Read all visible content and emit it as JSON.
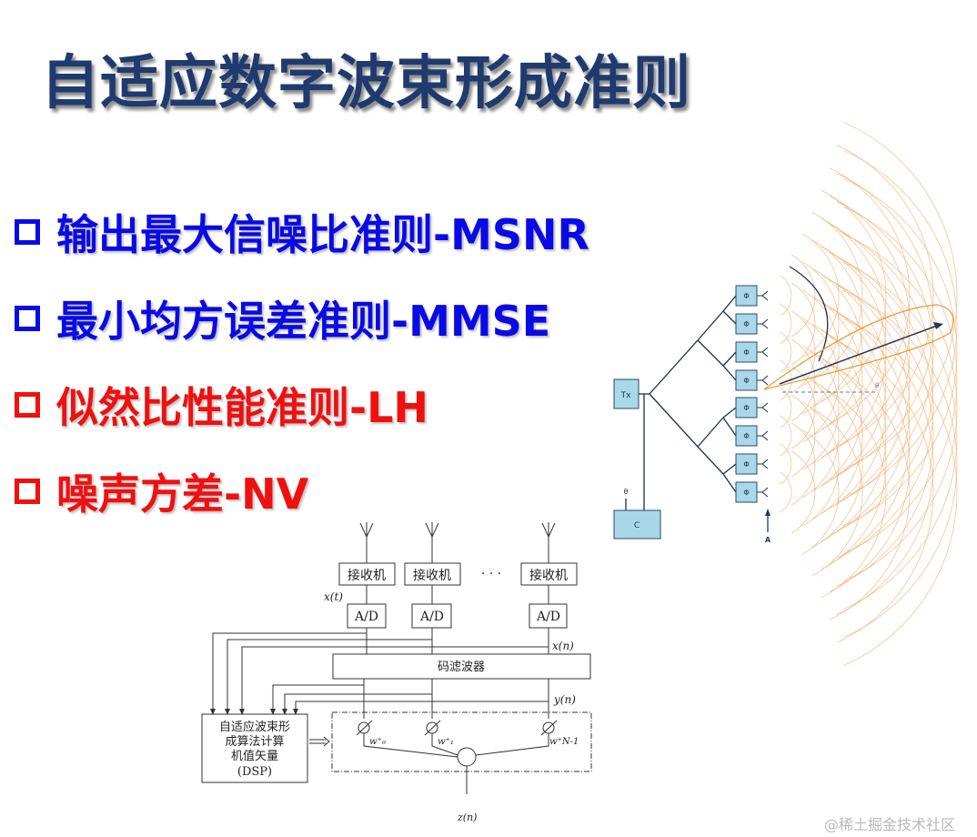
{
  "title": "自适应数字波束形成准则",
  "bullets": [
    {
      "text": "输出最大信噪比准则-MSNR",
      "color": "#0a0ae6"
    },
    {
      "text": "最小均方误差准则-MMSE",
      "color": "#0a0ae6"
    },
    {
      "text": "似然比性能准则-LH",
      "color": "#f01010"
    },
    {
      "text": "噪声方差-NV",
      "color": "#f01010"
    }
  ],
  "phased_array": {
    "tx": "Tx",
    "controller": "C",
    "theta_input": "θ",
    "phase_shifter": "Φ",
    "beam_angle": "θ",
    "array_label": "A"
  },
  "receiver_diagram": {
    "receiver": "接收机",
    "ellipsis": "· · ·",
    "adc": "A/D",
    "xt": "x(t)",
    "xn": "x(n)",
    "filter": "码滤波器",
    "yn": "y(n)",
    "dsp_line1": "自适应波束形",
    "dsp_line2": "成算法计算",
    "dsp_line3": "机值矢量",
    "dsp_line4": "(DSP)",
    "w0": "w⁺₀",
    "w1": "w⁺₁",
    "wn": "w⁺N-1",
    "output": "z(n)"
  },
  "watermark": "@稀土掘金技术社区"
}
